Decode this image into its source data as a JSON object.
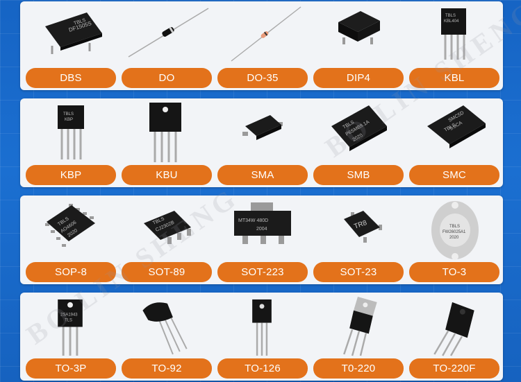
{
  "watermark": "BO LIN SHENG",
  "brand_mark": "TBLS",
  "accent_color": "#e3721b",
  "background_color": "#1b6fd1",
  "rows": [
    [
      {
        "label": "DBS",
        "icon": "dbs-package-icon",
        "marking": "DF1505S"
      },
      {
        "label": "DO",
        "icon": "do-package-icon"
      },
      {
        "label": "DO-35",
        "icon": "do35-package-icon"
      },
      {
        "label": "DIP4",
        "icon": "dip4-package-icon"
      },
      {
        "label": "KBL",
        "icon": "kbl-package-icon",
        "marking": "KBL404"
      }
    ],
    [
      {
        "label": "KBP",
        "icon": "kbp-package-icon",
        "marking": "KBP"
      },
      {
        "label": "KBU",
        "icon": "kbu-package-icon"
      },
      {
        "label": "SMA",
        "icon": "sma-package-icon"
      },
      {
        "label": "SMB",
        "icon": "smb-package-icon",
        "marking": "P6SMB9.1A",
        "marking2": "2020"
      },
      {
        "label": "SMC",
        "icon": "smc-package-icon",
        "marking": "SMC5D",
        "marking2": "5.0CA"
      }
    ],
    [
      {
        "label": "SOP-8",
        "icon": "sop8-package-icon",
        "marking": "AO4606",
        "marking2": "2020"
      },
      {
        "label": "SOT-89",
        "icon": "sot89-package-icon",
        "marking": "CJ2302B"
      },
      {
        "label": "SOT-223",
        "icon": "sot223-package-icon",
        "marking": "MT34W 480D",
        "marking2": "2004"
      },
      {
        "label": "SOT-23",
        "icon": "sot23-package-icon",
        "marking": "TR8"
      },
      {
        "label": "TO-3",
        "icon": "to3-package-icon",
        "marking": "FW26025A1",
        "marking2": "2020"
      }
    ],
    [
      {
        "label": "TO-3P",
        "icon": "to3p-package-icon",
        "marking": "2SA1943",
        "marking2": "TLS"
      },
      {
        "label": "TO-92",
        "icon": "to92-package-icon"
      },
      {
        "label": "TO-126",
        "icon": "to126-package-icon"
      },
      {
        "label": "T0-220",
        "icon": "to220-package-icon"
      },
      {
        "label": "TO-220F",
        "icon": "to220f-package-icon"
      }
    ]
  ]
}
